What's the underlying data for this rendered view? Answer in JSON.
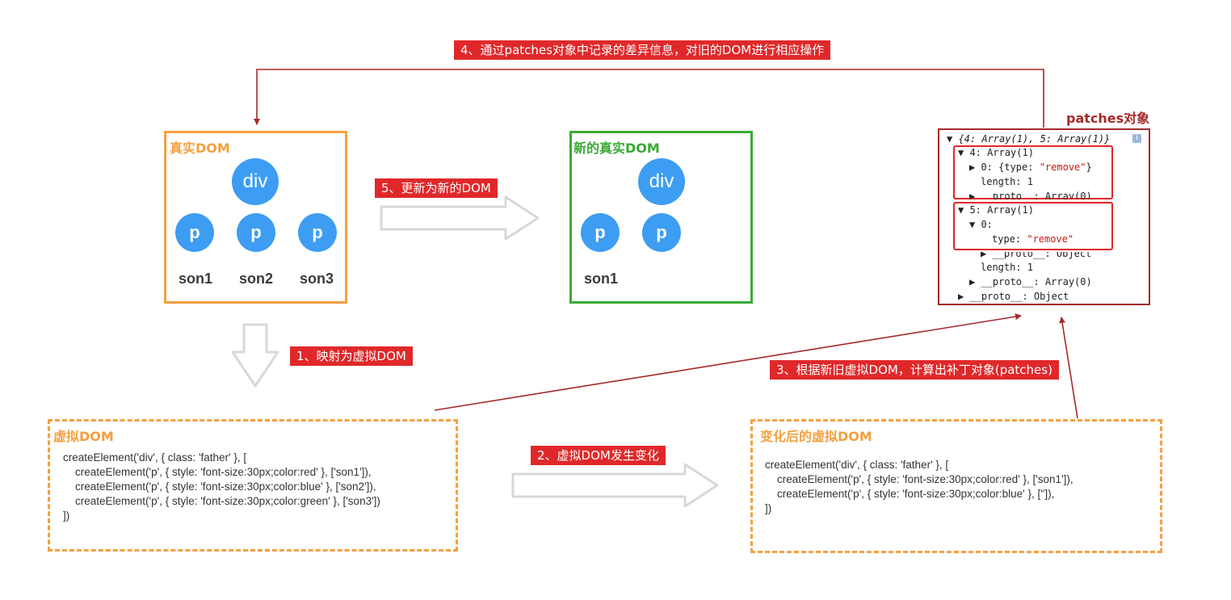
{
  "steps": {
    "step1": "1、映射为虚拟DOM",
    "step2": "2、虚拟DOM发生变化",
    "step3": "3、根据新旧虚拟DOM，计算出补丁对象(patches)",
    "step4": "4、通过patches对象中记录的差异信息，对旧的DOM进行相应操作",
    "step5": "5、更新为新的DOM"
  },
  "real_dom": {
    "title": "真实DOM",
    "root": "div",
    "children": [
      "p",
      "p",
      "p"
    ],
    "labels": [
      "son1",
      "son2",
      "son3"
    ]
  },
  "new_real_dom": {
    "title": "新的真实DOM",
    "root": "div",
    "children": [
      "p",
      "p"
    ],
    "labels": [
      "son1"
    ]
  },
  "virtual_dom": {
    "title": "虚拟DOM",
    "lines": [
      "createElement('div', { class: 'father' }, [",
      "    createElement('p', { style: 'font-size:30px;color:red' }, ['son1']),",
      "    createElement('p', { style: 'font-size:30px;color:blue' }, ['son2']),",
      "    createElement('p', { style: 'font-size:30px;color:green' }, ['son3'])",
      "])"
    ]
  },
  "changed_virtual_dom": {
    "title": "变化后的虚拟DOM",
    "lines": [
      "createElement('div', { class: 'father' }, [",
      "    createElement('p', { style: 'font-size:30px;color:red' }, ['son1']),",
      "    createElement('p', { style: 'font-size:30px;color:blue' }, ['']),",
      "])"
    ]
  },
  "patches": {
    "title": "patches对象",
    "console": {
      "l1": "▼ {4: Array(1), 5: Array(1)}",
      "info": "i",
      "l2": "▼ 4: Array(1)",
      "l3a": "▶ 0: {type: ",
      "l3b": "\"remove\"",
      "l3c": "}",
      "l4": "length: 1",
      "l5": "▶ __proto__: Array(0)",
      "l6": "▼ 5: Array(1)",
      "l7": "▼ 0:",
      "l8a": "type: ",
      "l8b": "\"remove\"",
      "l9": "▶ __proto__: Object",
      "l10": "length: 1",
      "l11": "▶ __proto__: Array(0)",
      "l12": "▶ __proto__: Object"
    }
  },
  "colors": {
    "orange": "#f4a041",
    "green": "#3aaa35",
    "red_label": "#e0282a",
    "dark_red": "#a52a2a",
    "node_blue": "#3d9df2"
  }
}
